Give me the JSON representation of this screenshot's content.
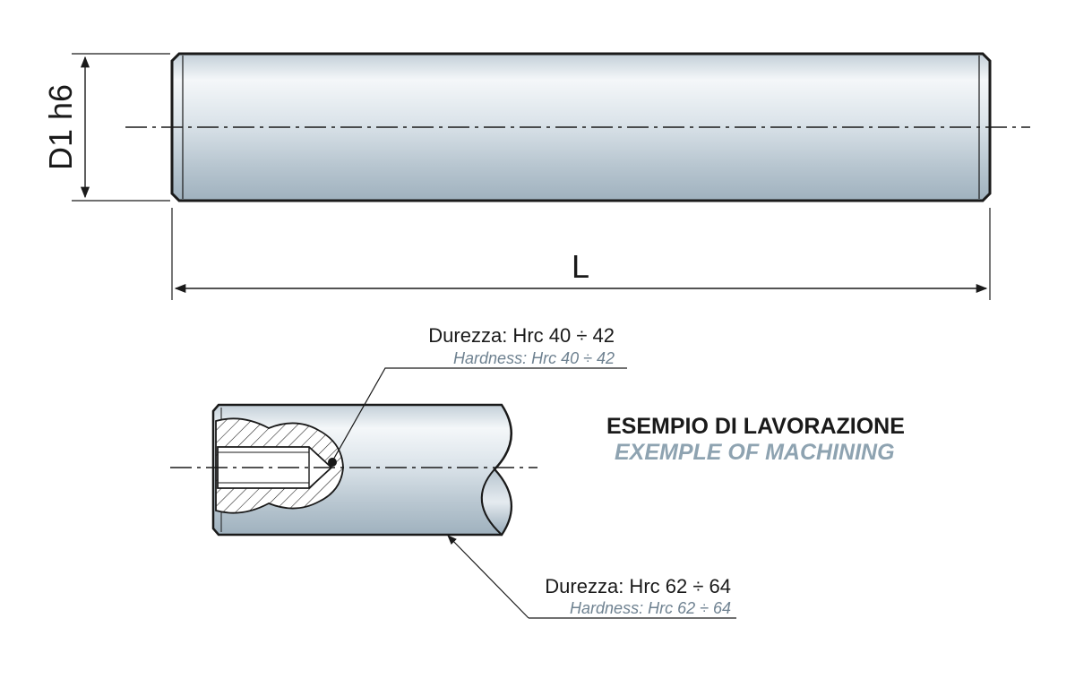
{
  "dimensions": {
    "diameter_label": "D1 h6",
    "length_label": "L"
  },
  "hardness_core": {
    "it": "Durezza: Hrc 40 ÷ 42",
    "en": "Hardness: Hrc 40 ÷ 42"
  },
  "hardness_surface": {
    "it": "Durezza: Hrc 62 ÷ 64",
    "en": "Hardness: Hrc 62 ÷ 64"
  },
  "example": {
    "title_it": "ESEMPIO DI LAVORAZIONE",
    "title_en": "EXEMPLE OF MACHINING"
  },
  "colors": {
    "outline": "#1a1a1a",
    "secondary_text": "#8ea3b1"
  }
}
